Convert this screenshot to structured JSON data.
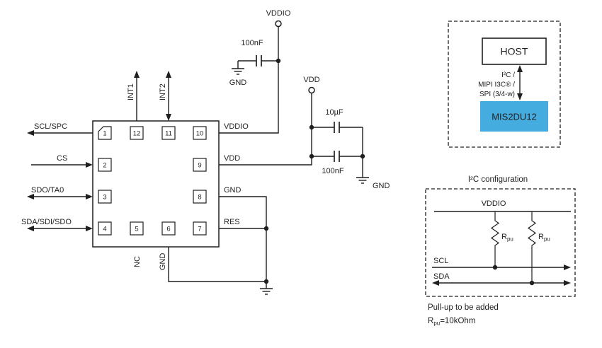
{
  "colors": {
    "line": "#1f1f1f",
    "device_fill": "#45ACDF",
    "device_text": "#ffffff"
  },
  "chip": {
    "pins": [
      "1",
      "2",
      "3",
      "4",
      "5",
      "6",
      "7",
      "8",
      "9",
      "10",
      "11",
      "12"
    ],
    "signals_left": [
      "SCL/SPC",
      "CS",
      "SDO/TA0",
      "SDA/SDI/SDO"
    ],
    "signals_top": [
      "INT1",
      "INT2"
    ],
    "pin_labels_right": [
      "VDDIO",
      "VDD",
      "GND",
      "RES"
    ],
    "labels_bottom": [
      "NC",
      "GND"
    ]
  },
  "power": {
    "vddio_terminal": "VDDIO",
    "vddio_cap": "100nF",
    "vddio_gnd": "GND",
    "vdd_terminal": "VDD",
    "vdd_cap_bulk": "10µF",
    "vdd_cap_bypass": "100nF",
    "vdd_gnd": "GND"
  },
  "host_block": {
    "host_label": "HOST",
    "bus_line1": "I²C /",
    "bus_line2": "MIPI I3C® /",
    "bus_line3": "SPI (3/4-w)",
    "device_label": "MIS2DU12"
  },
  "i2c_block": {
    "title": "I²C configuration",
    "rail_label": "VDDIO",
    "rpu_base": "R",
    "rpu_sub": "pu",
    "scl_label": "SCL",
    "sda_label": "SDA",
    "note_line1": "Pull-up to be added",
    "note_r": "R",
    "note_sub": "pu",
    "note_rest": "=10kOhm"
  }
}
